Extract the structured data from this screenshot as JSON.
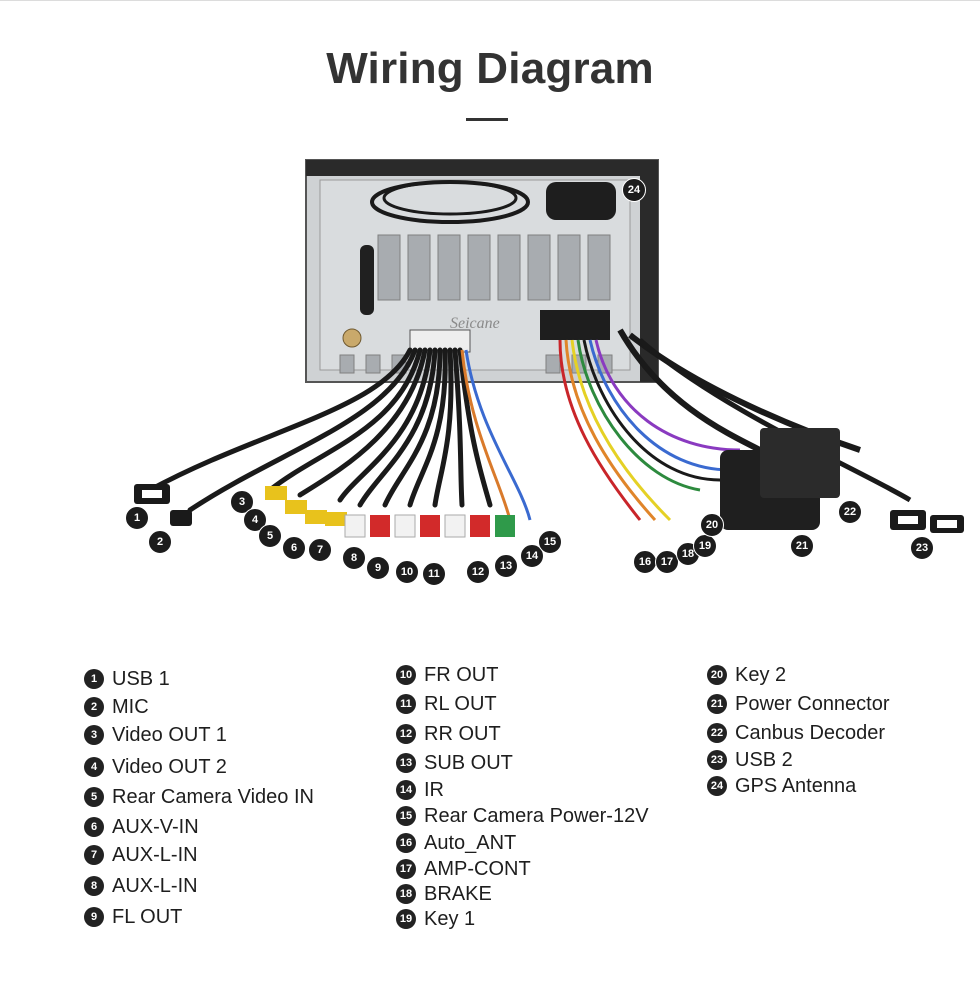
{
  "header": {
    "title": "Wiring Diagram"
  },
  "figure": {
    "brand": "Seicane"
  },
  "legend": [
    {
      "num": "1",
      "label": "USB 1"
    },
    {
      "num": "2",
      "label": "MIC"
    },
    {
      "num": "3",
      "label": "Video OUT 1"
    },
    {
      "num": "4",
      "label": "Video OUT 2"
    },
    {
      "num": "5",
      "label": "Rear Camera Video IN"
    },
    {
      "num": "6",
      "label": "AUX-V-IN"
    },
    {
      "num": "7",
      "label": "AUX-L-IN"
    },
    {
      "num": "8",
      "label": "AUX-L-IN"
    },
    {
      "num": "9",
      "label": "FL OUT"
    },
    {
      "num": "10",
      "label": "FR OUT"
    },
    {
      "num": "11",
      "label": "RL OUT"
    },
    {
      "num": "12",
      "label": "RR OUT"
    },
    {
      "num": "13",
      "label": "SUB OUT"
    },
    {
      "num": "14",
      "label": "IR"
    },
    {
      "num": "15",
      "label": "Rear Camera Power-12V"
    },
    {
      "num": "16",
      "label": "Auto_ANT"
    },
    {
      "num": "17",
      "label": "AMP-CONT"
    },
    {
      "num": "18",
      "label": "BRAKE"
    },
    {
      "num": "19",
      "label": "Key 1"
    },
    {
      "num": "20",
      "label": "Key 2"
    },
    {
      "num": "21",
      "label": "Power Connector"
    },
    {
      "num": "22",
      "label": "Canbus Decoder"
    },
    {
      "num": "23",
      "label": "USB  2"
    },
    {
      "num": "24",
      "label": "GPS  Antenna"
    }
  ]
}
